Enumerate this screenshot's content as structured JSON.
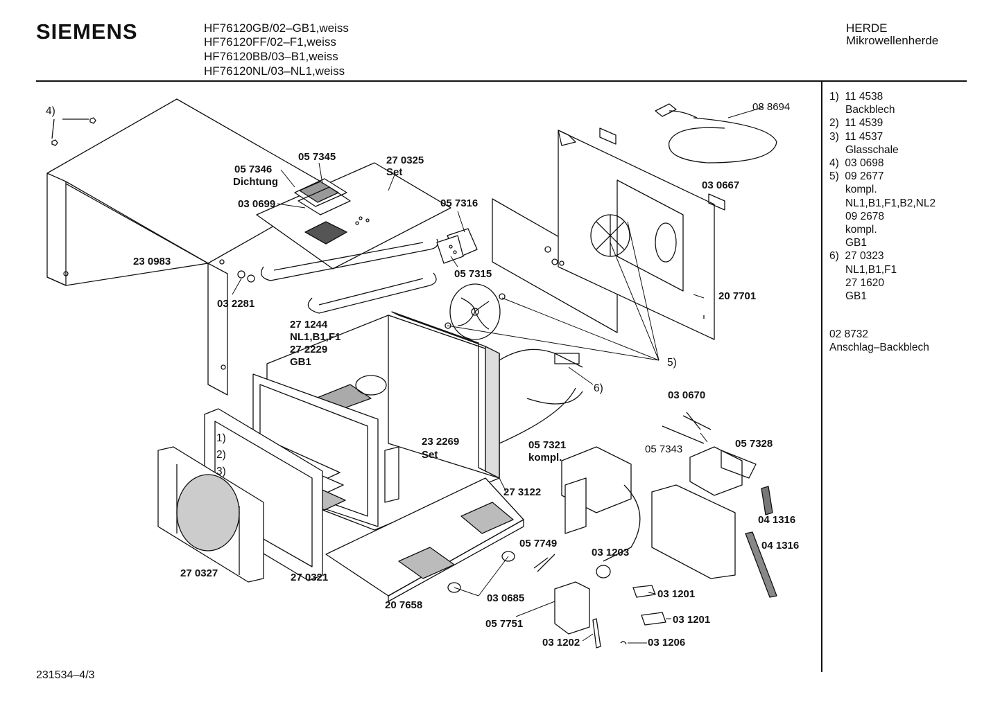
{
  "header": {
    "brand": "SIEMENS",
    "models": [
      "HF76120GB/02–GB1,weiss",
      "HF76120FF/02–F1,weiss",
      "HF76120BB/03–B1,weiss",
      "HF76120NL/03–NL1,weiss"
    ],
    "category": "HERDE",
    "subcategory": "Mikrowellenherde"
  },
  "legend": [
    {
      "no": "1)",
      "part": "11 4538",
      "lines": [
        "Backblech"
      ]
    },
    {
      "no": "2)",
      "part": "11 4539",
      "lines": []
    },
    {
      "no": "3)",
      "part": "11 4537",
      "lines": [
        "Glasschale"
      ]
    },
    {
      "no": "4)",
      "part": "03 0698",
      "lines": []
    },
    {
      "no": "5)",
      "part": "09 2677",
      "lines": [
        "kompl.",
        "NL1,B1,F1,B2,NL2",
        "09 2678",
        "kompl.",
        "GB1"
      ]
    },
    {
      "no": "6)",
      "part": "27 0323",
      "lines": [
        "NL1,B1,F1",
        "27 1620",
        "GB1"
      ]
    }
  ],
  "extra_part": {
    "part": "02 8732",
    "desc": "Anschlag–Backblech"
  },
  "footer": "231534–4/3",
  "labels": {
    "p4": "4)",
    "p230983": "23 0983",
    "p057346": "05 7346",
    "dichtung": "Dichtung",
    "p030699": "03 0699",
    "p057345": "05 7345",
    "p270325": "27 0325",
    "set1": "Set",
    "p057316": "05 7316",
    "p057315": "05 7315",
    "p032281": "03 2281",
    "p271244": "27 1244",
    "nl1b1f1": "NL1,B1,F1",
    "p272229": "27 2229",
    "gb1": "GB1",
    "p088694": "08 8694",
    "p030667": "03 0667",
    "p207701": "20 7701",
    "p5": "5)",
    "p6": "6)",
    "p1": "1)",
    "p2": "2)",
    "p3": "3)",
    "p232269": "23 2269",
    "set2": "Set",
    "p030670": "03 0670",
    "p057321": "05 7321",
    "kompl": "kompl.",
    "p057343": "05 7343",
    "p057328": "05 7328",
    "p273122": "27 3122",
    "p041316a": "04 1316",
    "p041316b": "04 1316",
    "p270327": "27 0327",
    "p270321": "27 0321",
    "p057749": "05 7749",
    "p031203": "03 1203",
    "p030685": "03 0685",
    "p207658": "20 7658",
    "p031201a": "03 1201",
    "p057751": "05 7751",
    "p031201b": "03 1201",
    "p031202": "03 1202",
    "p031206": "03 1206"
  }
}
